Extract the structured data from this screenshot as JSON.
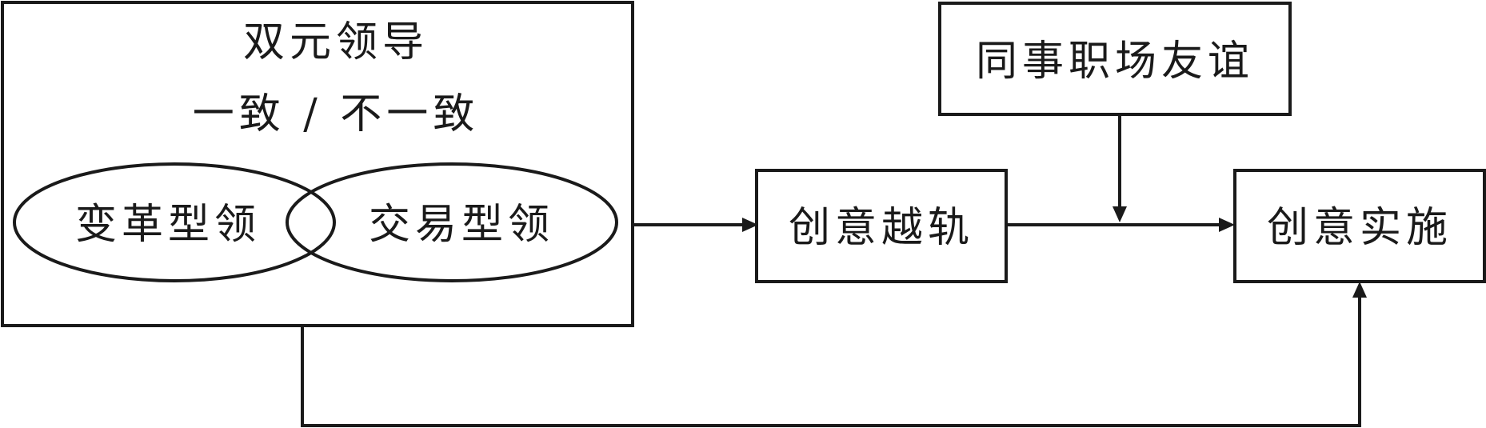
{
  "diagram": {
    "leadership_box": {
      "title": "双元领导",
      "subtitle": "一致 / 不一致",
      "left_ellipse": "变革型领",
      "right_ellipse": "交易型领"
    },
    "creative_deviance": "创意越轨",
    "coworker_friendship": "同事职场友谊",
    "creative_implementation": "创意实施"
  }
}
